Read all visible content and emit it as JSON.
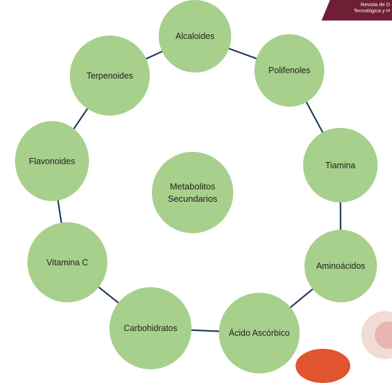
{
  "header": {
    "line1": "Revista de D",
    "line2": "Tecnológica y H"
  },
  "center": {
    "line1": "Metabolitos",
    "line2": "Secundarios"
  },
  "nodes": [
    "Alcaloides",
    "Polifenoles",
    "Tiamina",
    "Aminoácidos",
    "Ácido Ascórbico",
    "Carbohidratos",
    "Vitamina C",
    "Flavonoides",
    "Terpenoides"
  ],
  "colors": {
    "node_fill": "#a7d08c",
    "ring_line": "#1f3a5a",
    "banner": "#6e1f36"
  }
}
